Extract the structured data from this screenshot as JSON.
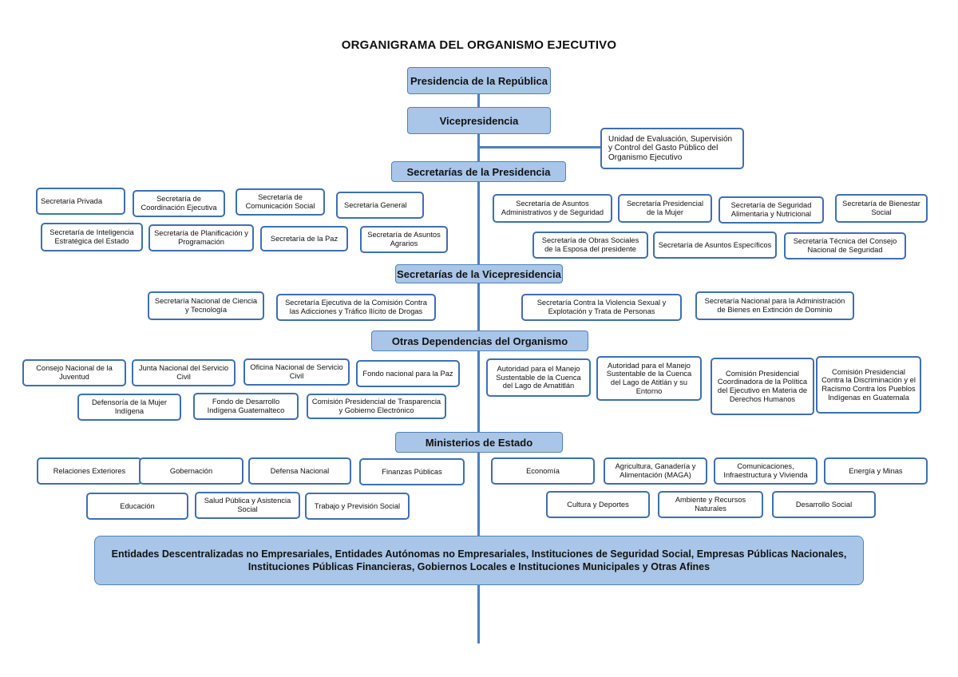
{
  "title": "ORGANIGRAMA DEL ORGANISMO EJECUTIVO",
  "colors": {
    "header_fill": "#a9c6e8",
    "box_border": "#3e6fb2",
    "connector": "#4a7fc0"
  },
  "presidencia": "Presidencia de la República",
  "vicepresidencia": "Vicepresidencia",
  "unidad": "Unidad de Evaluación, Supervisión y Control del Gasto Público del Organismo Ejecutivo",
  "sec_presidencia": {
    "header": "Secretarías de la Presidencia",
    "left": [
      "Secretaría Privada",
      "Secretaría de Coordinación Ejecutiva",
      "Secretaría de Comunicación Social",
      "Secretaría General",
      "Secretaría de Inteligencia Estratégica del Estado",
      "Secretaría de Planificación y Programación",
      "Secretaría de la Paz",
      "Secretaría de Asuntos Agrarios"
    ],
    "right": [
      "Secretaría de Asuntos Administrativos y de Seguridad",
      "Secretaría Presidencial de la Mujer",
      "Secretaría de Seguridad Alimentaria y Nutricional",
      "Secretaría de Bienestar Social",
      "Secretaría de Obras Sociales de la Esposa del presidente",
      "Secretaría de Asuntos Específicos",
      "Secretaría Técnica del Consejo Nacional de Seguridad"
    ]
  },
  "sec_vice": {
    "header": "Secretarías de la Vicepresidencia",
    "items": [
      "Secretaría Nacional de Ciencia y Tecnología",
      "Secretaría Ejecutiva de la Comisión Contra las Adicciones y Tráfico Ilícito de Drogas",
      "Secretaría Contra la Violencia Sexual y Explotación y Trata de Personas",
      "Secretaría Nacional para la Administración de Bienes en Extinción de Dominio"
    ]
  },
  "otras": {
    "header": "Otras Dependencias del Organismo",
    "left": [
      "Consejo Nacional de la Juventud",
      "Junta Nacional del Servicio Civil",
      "Oficina Nacional de Servicio Civil",
      "Fondo nacional para la Paz",
      "Defensoría de la Mujer Indígena",
      "Fondo de Desarrollo Indígena Guatemalteco",
      "Comisión Presidencial de Trasparencia y Gobierno Electrónico"
    ],
    "right": [
      "Autoridad para el Manejo Sustentable de la Cuenca del Lago de Amatitlán",
      "Autoridad para el Manejo Sustentable de la Cuenca del Lago de Atitlán y su Entorno",
      "Comisión Presidencial Coordinadora de la Política del Ejecutivo en Materia de Derechos Humanos",
      "Comisión Presidencial Contra la Discriminación y el Racismo Contra los Pueblos Indígenas en Guatemala"
    ]
  },
  "ministerios": {
    "header": "Ministerios de Estado",
    "left": [
      "Relaciones Exteriores",
      "Gobernación",
      "Defensa Nacional",
      "Finanzas Públicas",
      "Educación",
      "Salud Pública y Asistencia Social",
      "Trabajo y Previsión Social"
    ],
    "right": [
      "Economía",
      "Agricultura, Ganadería y Alimentación (MAGA)",
      "Comunicaciones, Infraestructura y Vivienda",
      "Energía y Minas",
      "Cultura y Deportes",
      "Ambiente y Recursos Naturales",
      "Desarrollo Social"
    ]
  },
  "entidades": "Entidades Descentralizadas no Empresariales, Entidades Autónomas no Empresariales, Instituciones de Seguridad Social, Empresas Públicas Nacionales, Instituciones Públicas Financieras, Gobiernos Locales e Instituciones Municipales y Otras Afines"
}
